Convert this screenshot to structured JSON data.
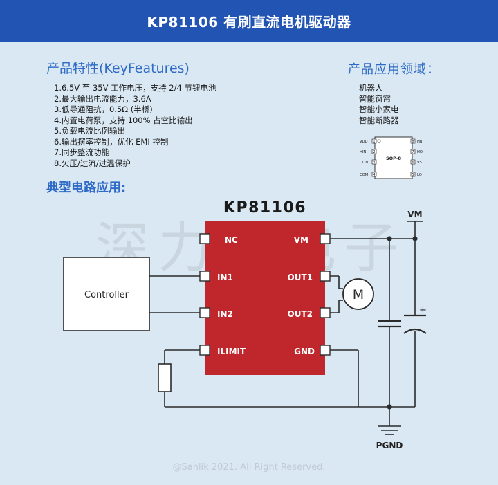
{
  "banner": {
    "title": "KP81106 有刷直流电机驱动器"
  },
  "features": {
    "title": "产品特性(KeyFeatures)",
    "items": [
      "1.6.5V 至 35V 工作电压，支持 2/4 节锂电池",
      "2.最大输出电流能力，3.6A",
      "3.低导通阻抗，0.5Ω (半桥)",
      "4.内置电荷泵，支持 100% 占空比输出",
      "5.负载电流比例输出",
      "6.输出摆率控制，优化 EMI 控制",
      "7.同步整流功能",
      "8.欠压/过流/过温保护"
    ]
  },
  "applications": {
    "title": "产品应用领域：",
    "items": [
      "机器人",
      "智能窗帘",
      "智能小家电",
      "智能断路器"
    ]
  },
  "package": {
    "name": "SOP-8",
    "left_pins": [
      {
        "label": "VDD",
        "num": "1"
      },
      {
        "label": "HIN",
        "num": "2"
      },
      {
        "label": "LIN",
        "num": "3"
      },
      {
        "label": "COM",
        "num": "4"
      }
    ],
    "right_pins": [
      {
        "label": "HB",
        "num": "8"
      },
      {
        "label": "HO",
        "num": "7"
      },
      {
        "label": "VS",
        "num": "6"
      },
      {
        "label": "LO",
        "num": "5"
      }
    ]
  },
  "circuit": {
    "title": "典型电路应用:",
    "chip_name": "KP81106",
    "left_pins": [
      "NC",
      "IN1",
      "IN2",
      "ILIMIT"
    ],
    "right_pins": [
      "VM",
      "OUT1",
      "OUT2",
      "GND"
    ],
    "controller_label": "Controller",
    "motor_label": "M",
    "vm_label": "VM",
    "pgnd_label": "PGND",
    "cap_plus": "+",
    "chip_color": "#c0272d",
    "watermark": "深力科电子"
  },
  "footer": {
    "text": "@Sanlik 2021. All Right Reserved."
  }
}
